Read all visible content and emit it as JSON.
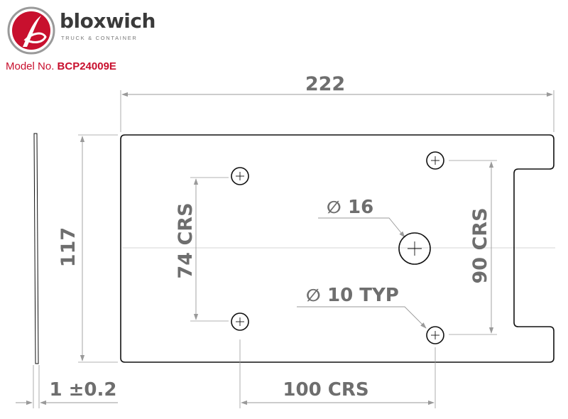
{
  "brand": {
    "name": "bloxwich",
    "tagline": "TRUCK & CONTAINER",
    "logo_colors": {
      "ring": "#9a9a9a",
      "disc": "#c8102e",
      "mark": "#ffffff"
    }
  },
  "model": {
    "label": "Model No.",
    "number": "BCP24009E",
    "color": "#c8102e"
  },
  "drawing": {
    "line_color": "#111111",
    "dimension_color": "#9a9a9a",
    "text_color": "#6e6e6e",
    "dimensions": {
      "overall_width": "222",
      "overall_height": "117",
      "hole_spacing_vertical_left": "74 CRS",
      "hole_spacing_vertical_right": "90 CRS",
      "hole_spacing_horizontal": "100 CRS",
      "thickness": "1 ±0.2"
    },
    "callouts": {
      "large_hole_symbol": "∅",
      "large_hole_value": "16",
      "small_hole_symbol": "∅",
      "small_hole_value": "10 TYP"
    }
  }
}
